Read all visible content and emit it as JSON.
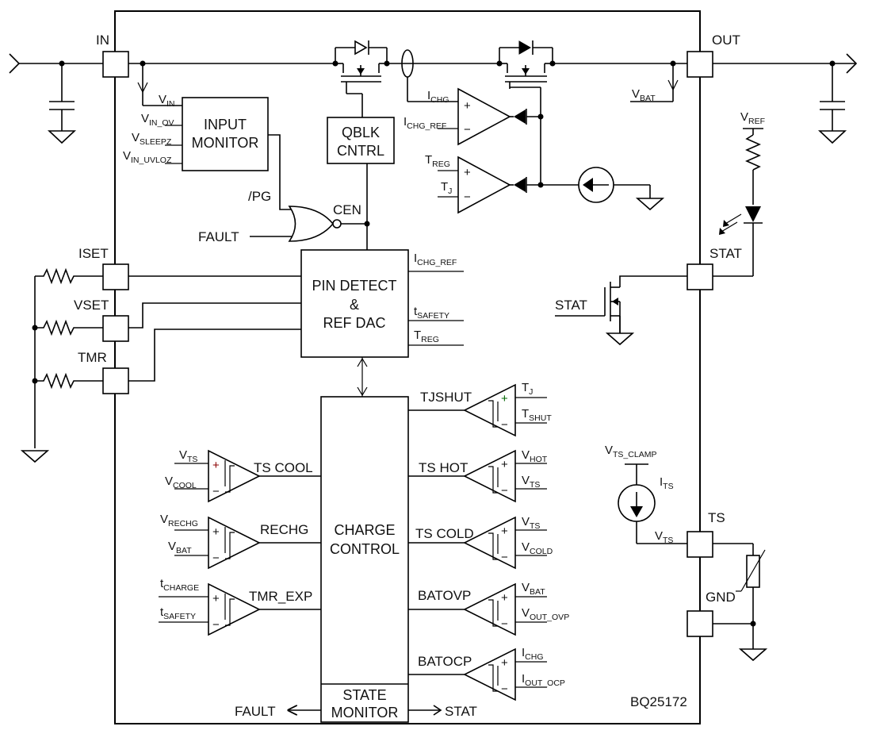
{
  "part_number": "BQ25172",
  "pins": {
    "in": "IN",
    "out": "OUT",
    "iset": "ISET",
    "vset": "VSET",
    "tmr": "TMR",
    "stat": "STAT",
    "ts": "TS",
    "gnd": "GND"
  },
  "blocks": {
    "input_monitor": [
      "INPUT",
      "MONITOR"
    ],
    "qblk": [
      "QBLK",
      "CNTRL"
    ],
    "pin_detect": [
      "PIN DETECT",
      "&",
      "REF DAC"
    ],
    "charge_control": [
      "CHARGE",
      "CONTROL"
    ],
    "state_monitor": [
      "STATE",
      "MONITOR"
    ]
  },
  "comparators": {
    "ts_cool": "TS COOL",
    "rechg": "RECHG",
    "tmr_exp": "TMR_EXP",
    "tjshut": "TJSHUT",
    "ts_hot": "TS HOT",
    "ts_cold": "TS COLD",
    "batovp": "BATOVP",
    "batocp": "BATOCP"
  },
  "signals": {
    "pg": "/PG",
    "fault": "FAULT",
    "cen": "CEN",
    "stat": "STAT",
    "fault_out": "FAULT",
    "stat_out": "STAT"
  },
  "symbols": {
    "plus": "+",
    "minus": "−"
  },
  "sub_labels": {
    "vin": [
      "V",
      "IN"
    ],
    "vin_ov": [
      "V",
      "IN_OV"
    ],
    "vsleepz": [
      "V",
      "SLEEPZ"
    ],
    "vin_uvloz": [
      "V",
      "IN_UVLOZ"
    ],
    "ichg": [
      "I",
      "CHG"
    ],
    "ichg_ref_a": [
      "I",
      "CHG_REF"
    ],
    "treg_a": [
      "T",
      "REG"
    ],
    "tj_a": [
      "T",
      "J"
    ],
    "vbat_top": [
      "V",
      "BAT"
    ],
    "vref": [
      "V",
      "REF"
    ],
    "ichg_ref_b": [
      "I",
      "CHG_REF"
    ],
    "tsafety_b": [
      "t",
      "SAFETY"
    ],
    "treg_b": [
      "T",
      "REG"
    ],
    "tj_b": [
      "T",
      "J"
    ],
    "tshut": [
      "T",
      "SHUT"
    ],
    "vhot": [
      "V",
      "HOT"
    ],
    "vts_hot": [
      "V",
      "TS"
    ],
    "vts_cold": [
      "V",
      "TS"
    ],
    "vcold": [
      "V",
      "COLD"
    ],
    "vbat_ovp": [
      "V",
      "BAT"
    ],
    "vout_ovp": [
      "V",
      "OUT_OVP"
    ],
    "ichg_ocp": [
      "I",
      "CHG"
    ],
    "iout_ocp": [
      "I",
      "OUT_OCP"
    ],
    "vts_cool": [
      "V",
      "TS"
    ],
    "vcool": [
      "V",
      "COOL"
    ],
    "vrechg": [
      "V",
      "RECHG"
    ],
    "vbat_rechg": [
      "V",
      "BAT"
    ],
    "tcharge": [
      "t",
      "CHARGE"
    ],
    "tsafety_c": [
      "t",
      "SAFETY"
    ],
    "vts_clamp": [
      "V",
      "TS_CLAMP"
    ],
    "its": [
      "I",
      "TS"
    ],
    "vts_pin": [
      "V",
      "TS"
    ]
  }
}
